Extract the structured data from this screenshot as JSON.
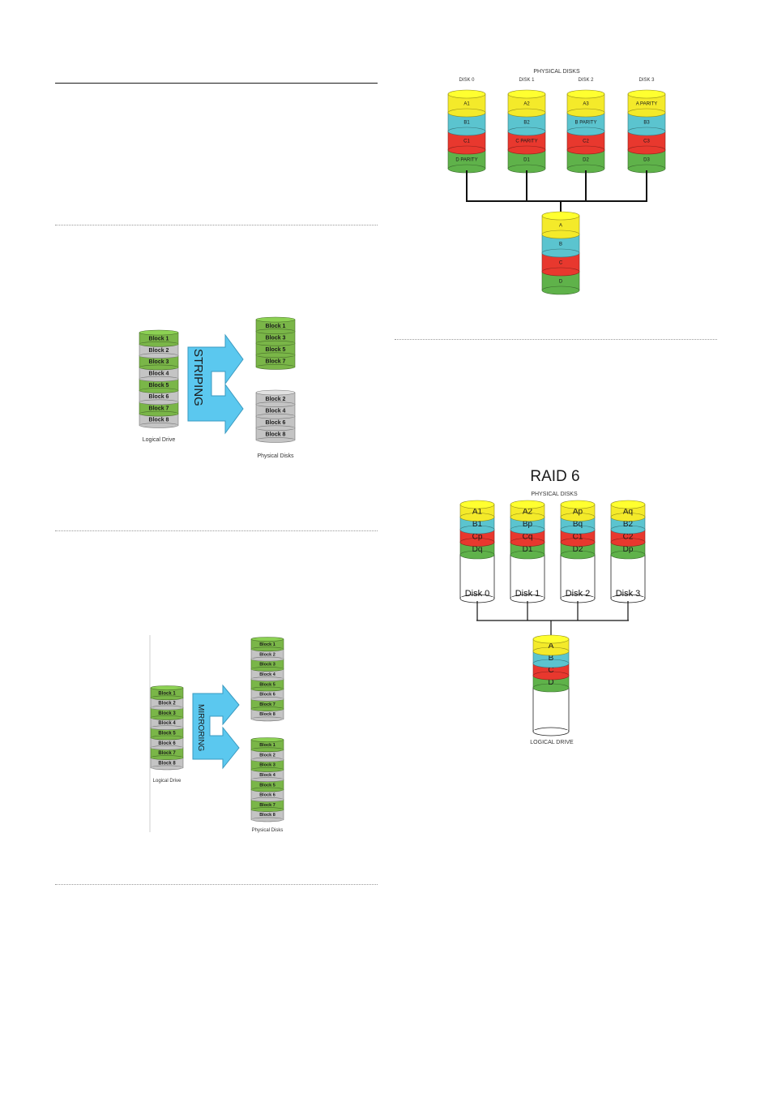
{
  "striping": {
    "arrow_label": "STRIPING",
    "logical_label": "Logical Drive",
    "physical_label": "Physical Disks",
    "logical_blocks": [
      "Block 1",
      "Block 2",
      "Block 3",
      "Block 4",
      "Block 5",
      "Block 6",
      "Block 7",
      "Block 8"
    ],
    "disk_a_blocks": [
      "Block 1",
      "Block 3",
      "Block 5",
      "Block 7"
    ],
    "disk_b_blocks": [
      "Block 2",
      "Block 4",
      "Block 6",
      "Block 8"
    ]
  },
  "mirroring": {
    "arrow_label": "MIRRORING",
    "logical_label": "Logical Drive",
    "physical_label": "Physical Disks",
    "logical_blocks": [
      "Block 1",
      "Block 2",
      "Block 3",
      "Block 4",
      "Block 5",
      "Block 6",
      "Block 7",
      "Block 8"
    ],
    "disk_a_blocks": [
      "Block 1",
      "Block 2",
      "Block 3",
      "Block 4",
      "Block 5",
      "Block 6",
      "Block 7",
      "Block 8"
    ],
    "disk_b_blocks": [
      "Block 1",
      "Block 2",
      "Block 3",
      "Block 4",
      "Block 5",
      "Block 6",
      "Block 7",
      "Block 8"
    ]
  },
  "raid5": {
    "header": "PHYSICAL DISKS",
    "disk_labels": [
      "DISK 0",
      "DISK 1",
      "DISK 2",
      "DISK 3"
    ],
    "disks": [
      [
        "A1",
        "B1",
        "C1",
        "D PARITY"
      ],
      [
        "A2",
        "B2",
        "C PARITY",
        "D1"
      ],
      [
        "A3",
        "B PARITY",
        "C2",
        "D2"
      ],
      [
        "A PARITY",
        "B3",
        "C3",
        "D3"
      ]
    ],
    "logical": [
      "A",
      "B",
      "C",
      "D"
    ]
  },
  "raid6": {
    "title": "RAID 6",
    "header": "PHYSICAL DISKS",
    "disks": [
      {
        "name": "Disk 0",
        "segs": [
          "A1",
          "B1",
          "Cp",
          "Dq"
        ]
      },
      {
        "name": "Disk 1",
        "segs": [
          "A2",
          "Bp",
          "Cq",
          "D1"
        ]
      },
      {
        "name": "Disk 2",
        "segs": [
          "Ap",
          "Bq",
          "C1",
          "D2"
        ]
      },
      {
        "name": "Disk 3",
        "segs": [
          "Aq",
          "B2",
          "C2",
          "Dp"
        ]
      }
    ],
    "logical": [
      "A",
      "B",
      "C",
      "D"
    ],
    "logical_label": "LOGICAL DRIVE"
  },
  "colors": {
    "green": "#7ab648",
    "gray": "#c4c4c4",
    "yellow": "#f4ea2a",
    "cyan": "#5bc4cf",
    "red": "#e8382e",
    "lime": "#5fb24a",
    "arrow": "#5bc8ef"
  }
}
